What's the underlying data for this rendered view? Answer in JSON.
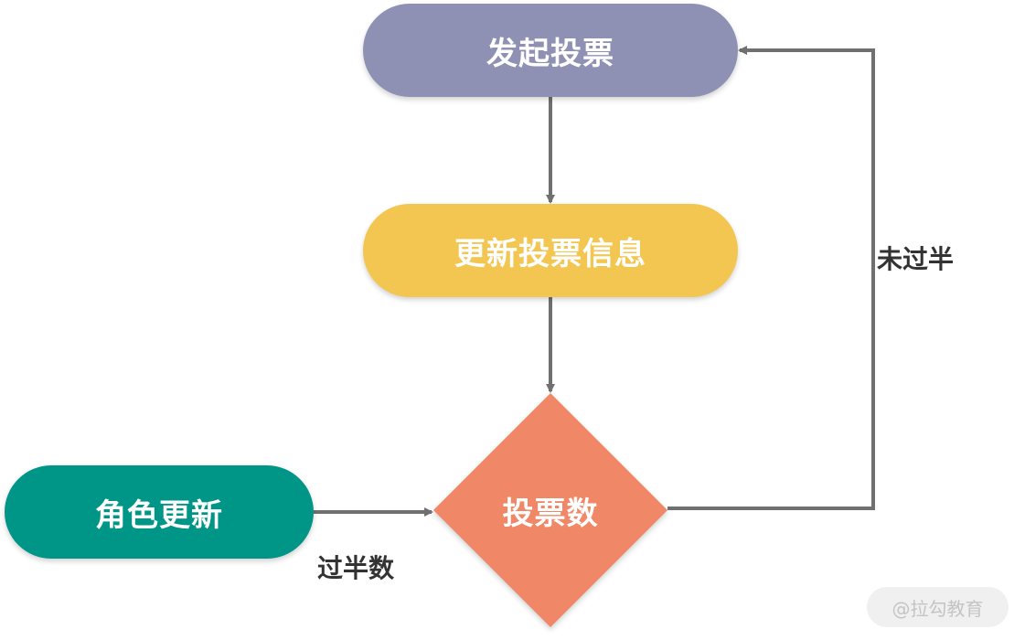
{
  "nodes": {
    "start": {
      "label": "发起投票",
      "color": "#8e91b4"
    },
    "update": {
      "label": "更新投票信息",
      "color": "#f2c650"
    },
    "decision": {
      "label": "投票数",
      "color": "#f08766"
    },
    "role": {
      "label": "角色更新",
      "color": "#009687"
    }
  },
  "edges": {
    "not_half": "未过半",
    "half": "过半数"
  },
  "edge_color": "#707070",
  "watermark": "@拉勾教育"
}
